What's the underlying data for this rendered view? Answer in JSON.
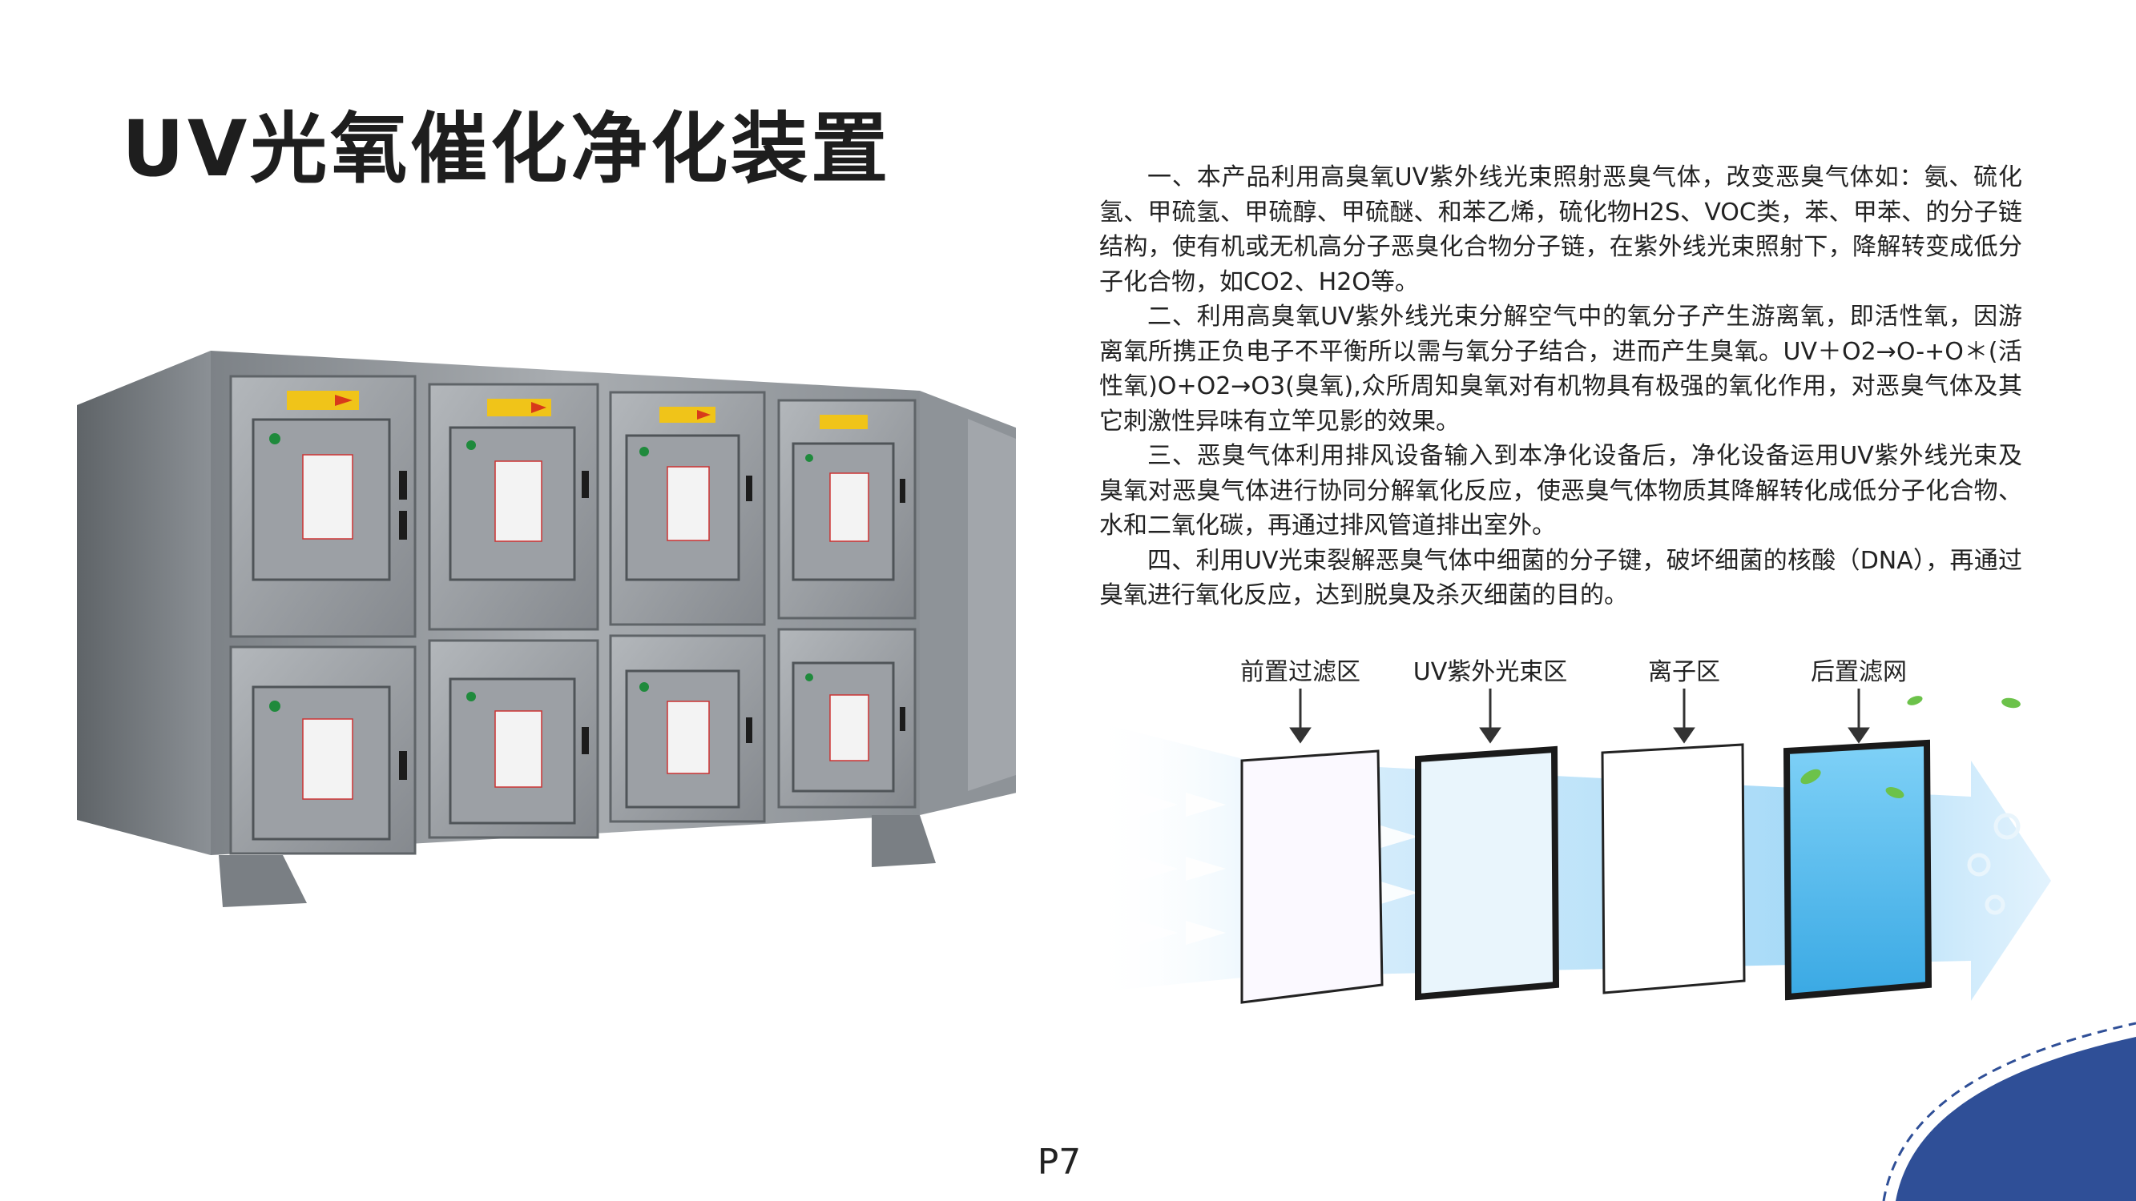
{
  "title": "UV光氧催化净化装置",
  "paragraphs": [
    "一、本产品利用高臭氧UV紫外线光束照射恶臭气体，改变恶臭气体如：氨、硫化氢、甲硫氢、甲硫醇、甲硫醚、和苯乙烯，硫化物H2S、VOC类，苯、甲苯、的分子链结构，使有机或无机高分子恶臭化合物分子链，在紫外线光束照射下，降解转变成低分子化合物，如CO2、H2O等。",
    "二、利用高臭氧UV紫外线光束分解空气中的氧分子产生游离氧，即活性氧，因游离氧所携正负电子不平衡所以需与氧分子结合，进而产生臭氧。UV＋O2→O-+O＊(活性氧)O+O2→O3(臭氧),众所周知臭氧对有机物具有极强的氧化作用，对恶臭气体及其它刺激性异味有立竿见影的效果。",
    "三、恶臭气体利用排风设备输入到本净化设备后，净化设备运用UV紫外线光束及臭氧对恶臭气体进行协同分解氧化反应，使恶臭气体物质其降解转化成低分子化合物、水和二氧化碳，再通过排风管道排出室外。",
    "四、利用UV光束裂解恶臭气体中细菌的分子键，破坏细菌的核酸（DNA），再通过臭氧进行氧化反应，达到脱臭及杀灭细菌的目的。"
  ],
  "stages": [
    "前置过滤区",
    "UV紫外光束区",
    "离子区",
    "后置滤网"
  ],
  "page_number": "P7",
  "colors": {
    "accent_navy": "#2f4f97",
    "steel": "#9a9ea3",
    "arrow_blue": "#9fd3f5"
  }
}
